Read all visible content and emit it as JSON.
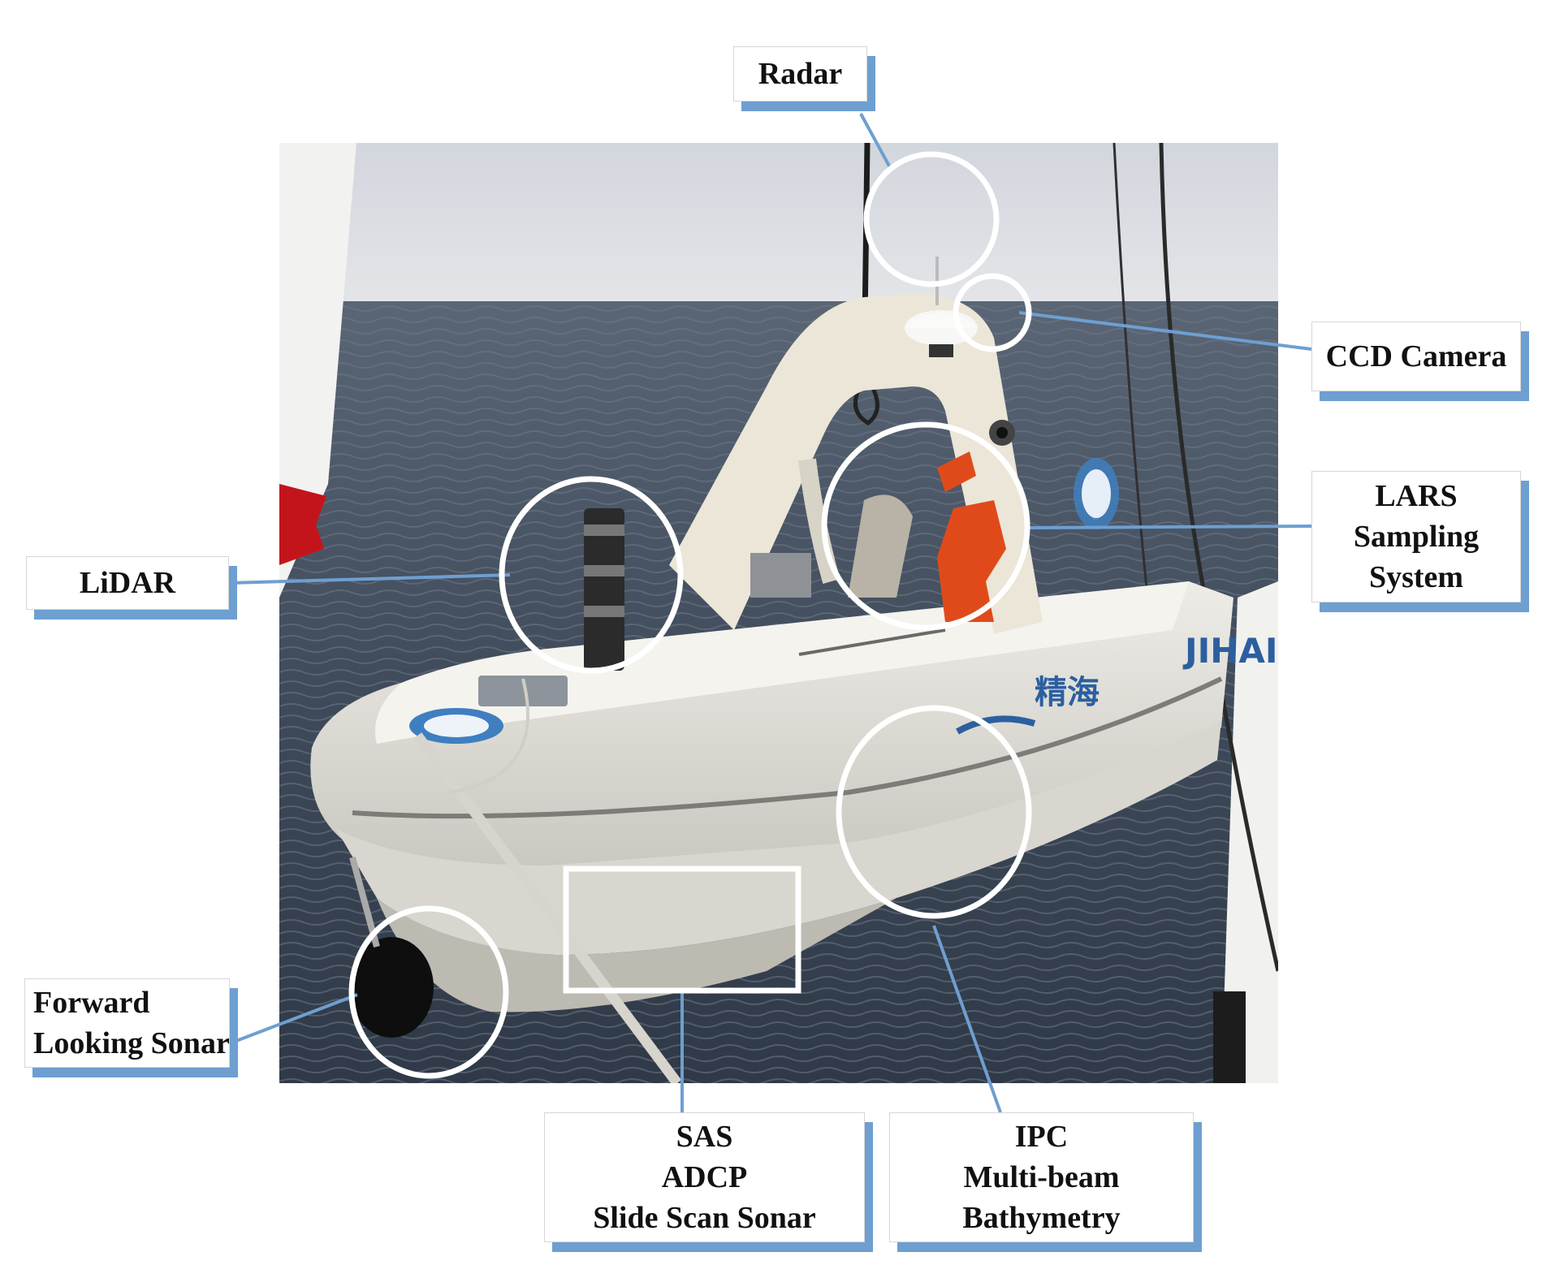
{
  "labels": {
    "radar": [
      "Radar"
    ],
    "ccd_camera": [
      "CCD Camera"
    ],
    "lars": [
      "LARS",
      "Sampling",
      "System"
    ],
    "lidar": [
      "LiDAR"
    ],
    "forward_sonar": [
      "Forward",
      "Looking Sonar"
    ],
    "sas": [
      "SAS",
      "ADCP",
      "Slide Scan Sonar"
    ],
    "ipc": [
      "IPC",
      "Multi-beam",
      "Bathymetry"
    ]
  },
  "hull_text": "精海",
  "hull_text_latin": "JIHAI",
  "colors": {
    "leader_line": "#6e9fd1",
    "callout_shadow": "#6e9fd1",
    "highlight": "#ffffff",
    "sea": "#3d4a5c",
    "sky": "#d9dde3",
    "hull": "#e8e6df"
  }
}
